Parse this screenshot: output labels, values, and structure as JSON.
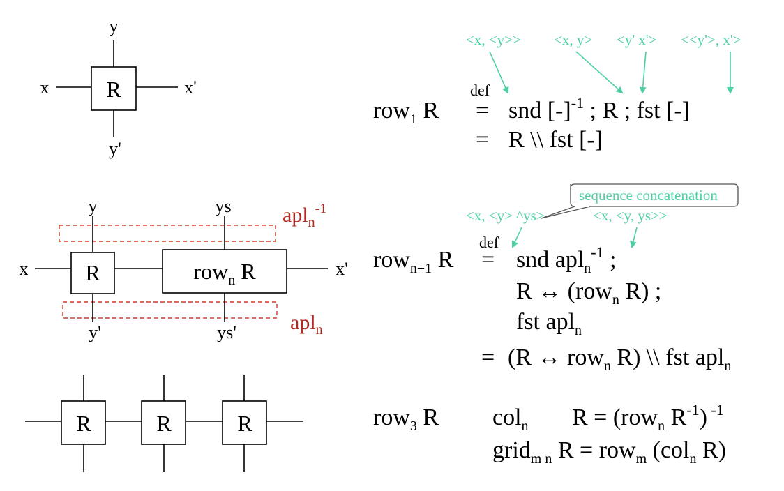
{
  "diagram1": {
    "box": "R",
    "top": "y",
    "left": "x",
    "right": "x'",
    "bottom": "y'"
  },
  "diagram2": {
    "box1": "R",
    "box2_main": "row",
    "box2_sub": "n",
    "box2_tail": " R",
    "top1": "y",
    "top2": "ys",
    "left": "x",
    "right": "x'",
    "bottom1": "y'",
    "bottom2": "ys'",
    "apl_inv": {
      "main": "apl",
      "sub": "n",
      "sup": "-1"
    },
    "apl": {
      "main": "apl",
      "sub": "n"
    }
  },
  "diagram3": {
    "boxes": [
      "R",
      "R",
      "R"
    ]
  },
  "annotations_top": [
    "<x, <y>>",
    "<x, y>",
    "<y' x'>",
    "<<y'>, x'>"
  ],
  "annotations_mid": [
    "<x, <y> ^ys>",
    "<x, <y, ys>>"
  ],
  "callout": "sequence concatenation",
  "def": "def",
  "eq1": {
    "row": "row",
    "row_sub": "1",
    "r": " R",
    "eqsign": "=",
    "line1a": "snd [-]",
    "line1sup": "-1",
    "line1b": " ; R ; fst [-]",
    "line2": "R \\\\ fst [-]"
  },
  "eq2": {
    "row": "row",
    "row_sub": "n+1",
    "r": " R",
    "eqsign": "=",
    "l1a": "snd apl",
    "l1sub": "n",
    "l1sup": "-1",
    "l1b": " ;",
    "l2a": "R ↔ (row",
    "l2sub": "n",
    "l2b": " R) ;",
    "l3a": "fst apl",
    "l3sub": "n",
    "l4a": "(R ↔ row",
    "l4sub": "n",
    "l4b": " R) \\\\ fst apl",
    "l4sub2": "n"
  },
  "eq3": {
    "row3": "row",
    "row3_sub": "3",
    "row3_r": " R",
    "col": "col",
    "col_sub": "n",
    "col_rhs_a": "R  =  (row",
    "col_rhs_sub": "n",
    "col_rhs_b": " R",
    "col_rhs_sup": "-1",
    "col_rhs_c": ")",
    "col_rhs_sup2": " -1",
    "grid": "grid",
    "grid_sub": "m n",
    "grid_rhs_a": " R  = row",
    "grid_rhs_sub": "m",
    "grid_rhs_b": " (col",
    "grid_rhs_sub2": "n",
    "grid_rhs_c": " R)"
  }
}
